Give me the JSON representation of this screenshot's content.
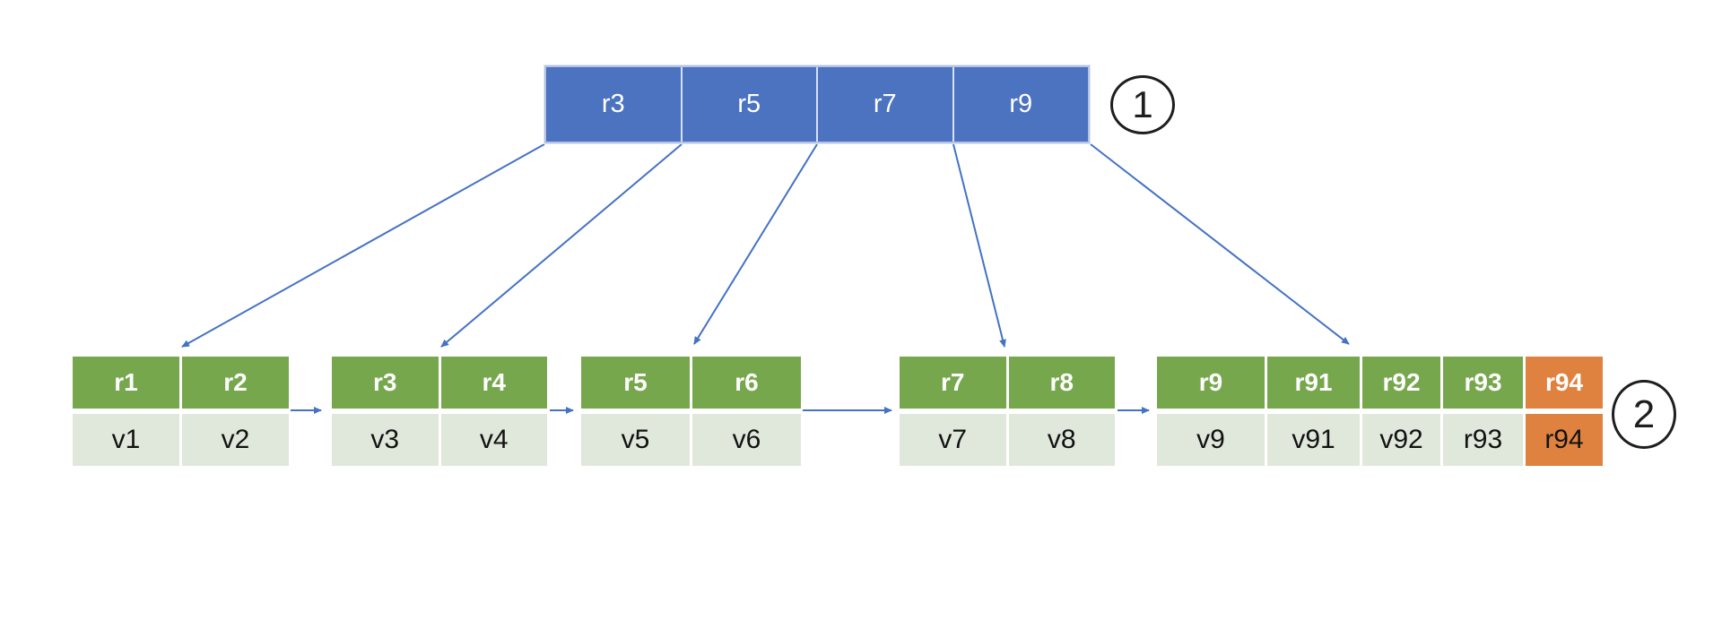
{
  "diagram": {
    "root_node": {
      "badge": "1",
      "keys": [
        "r3",
        "r5",
        "r7",
        "r9"
      ]
    },
    "leaf_badge": "2",
    "leaf_tables": [
      {
        "headers": [
          "r1",
          "r2"
        ],
        "values": [
          "v1",
          "v2"
        ]
      },
      {
        "headers": [
          "r3",
          "r4"
        ],
        "values": [
          "v3",
          "v4"
        ]
      },
      {
        "headers": [
          "r5",
          "r6"
        ],
        "values": [
          "v5",
          "v6"
        ]
      },
      {
        "headers": [
          "r7",
          "r8"
        ],
        "values": [
          "v7",
          "v8"
        ]
      },
      {
        "headers": [
          "r9",
          "r91",
          "r92",
          "r93",
          "r94"
        ],
        "values": [
          "v9",
          "v91",
          "v92",
          "r93",
          "r94"
        ]
      }
    ],
    "colors": {
      "root_fill": "#4B73BF",
      "root_border": "#B5C2E5",
      "leaf_header_fill": "#77A74D",
      "leaf_value_fill": "#E0E7DB",
      "highlight_fill": "#E0823F",
      "arrow": "#4472C4",
      "badge_stroke": "#1E1E1E"
    }
  }
}
